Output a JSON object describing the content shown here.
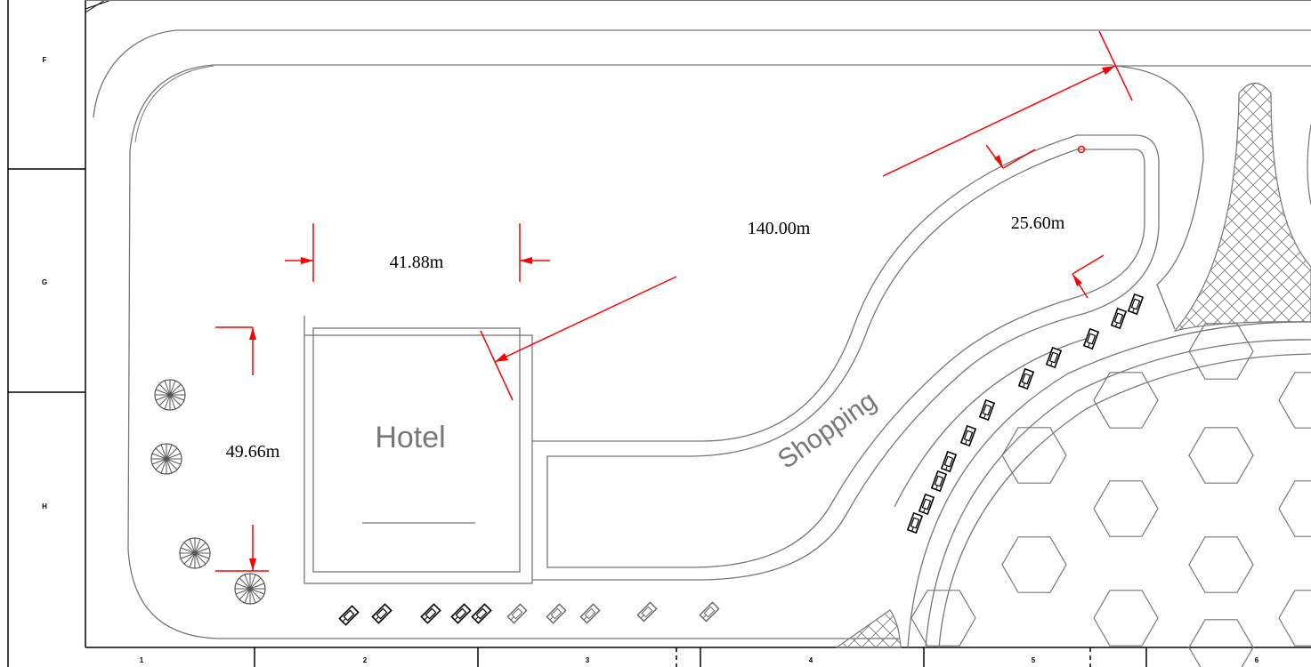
{
  "dimensions": {
    "width": "41.88m",
    "height": "49.66m",
    "diagonal": "140.00m",
    "road": "25.60m"
  },
  "labels": {
    "hotel": "Hotel",
    "shopping": "Shopping"
  },
  "grid": {
    "rows": [
      "F",
      "G",
      "H"
    ],
    "columns": [
      "1",
      "2",
      "3",
      "4",
      "5",
      "6"
    ]
  },
  "colors": {
    "outline": "#777777",
    "dimension": "#ff0000",
    "frame": "#000000"
  }
}
